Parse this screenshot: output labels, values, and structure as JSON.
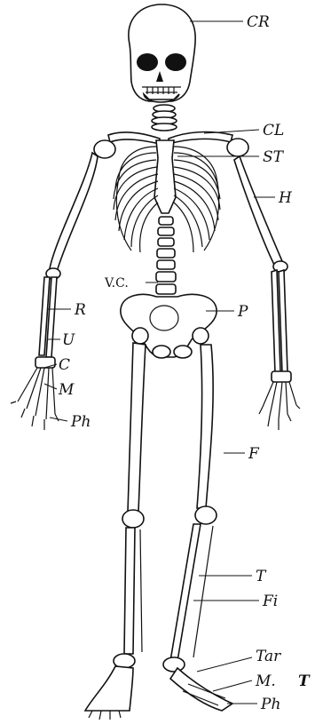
{
  "labels": {
    "cranium": "CR",
    "clavicle": "CL",
    "sternum": "ST",
    "humerus": "H",
    "vertebral_column": "V.C.",
    "radius": "R",
    "pelvis": "P",
    "ulna": "U",
    "carpals": "C",
    "metacarpals": "M",
    "phalanges_hand": "Ph",
    "femur": "F",
    "tibia": "T",
    "fibula": "Fi",
    "tarsals": "Tar",
    "metatarsals_prefix": "M.",
    "metatarsals_suffix": "T",
    "phalanges_foot": "Ph"
  }
}
